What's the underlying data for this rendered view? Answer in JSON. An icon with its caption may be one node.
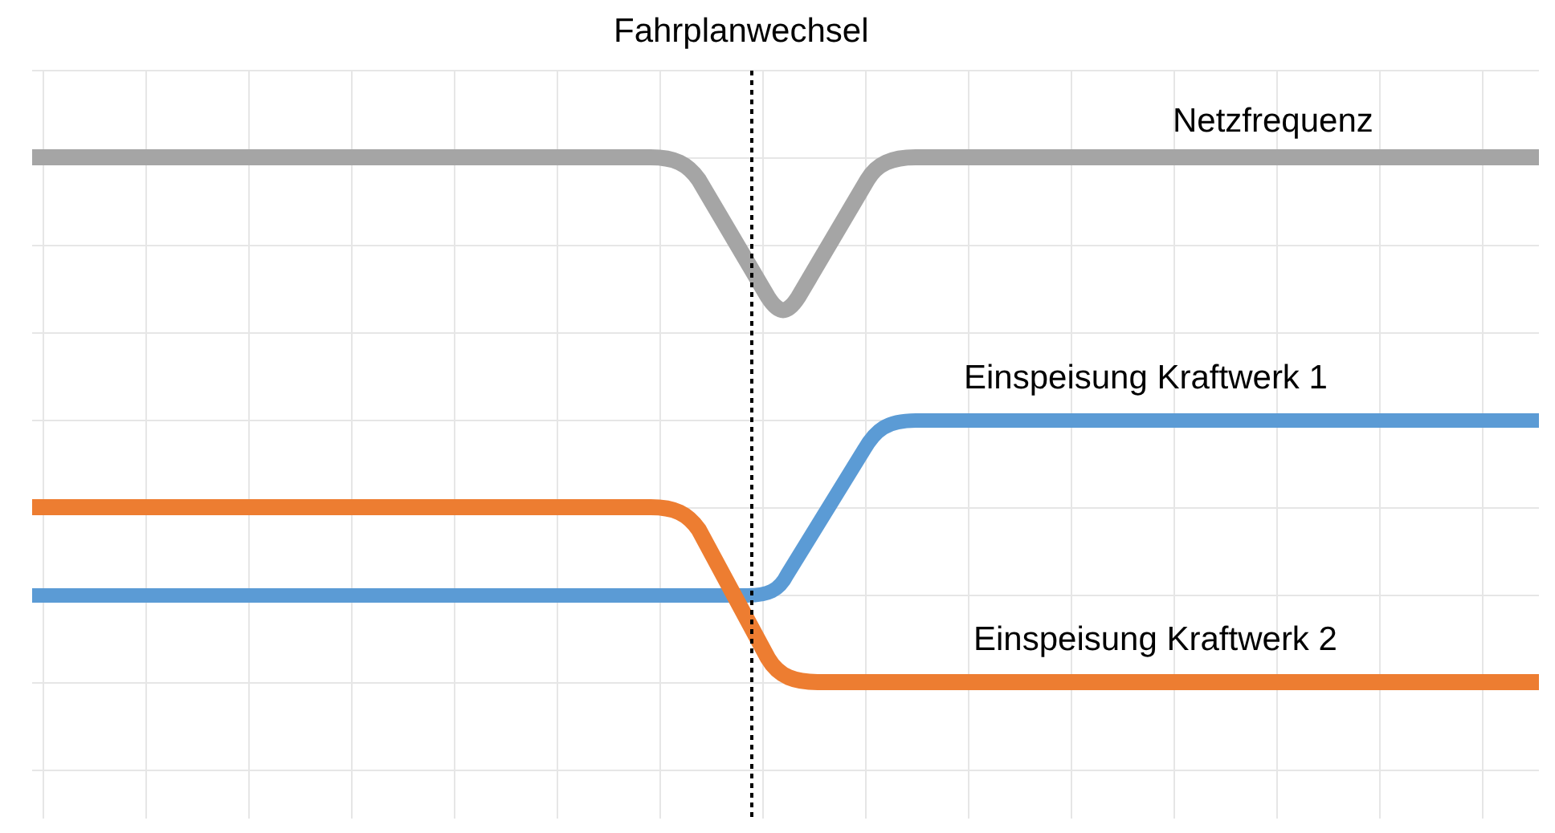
{
  "diagram": {
    "labels": [
      "Fahrplanwechsel",
      "Netzfrequenz",
      "Einspeisung Kraftwerk 1",
      "Einspeisung Kraftwerk 2"
    ]
  }
}
